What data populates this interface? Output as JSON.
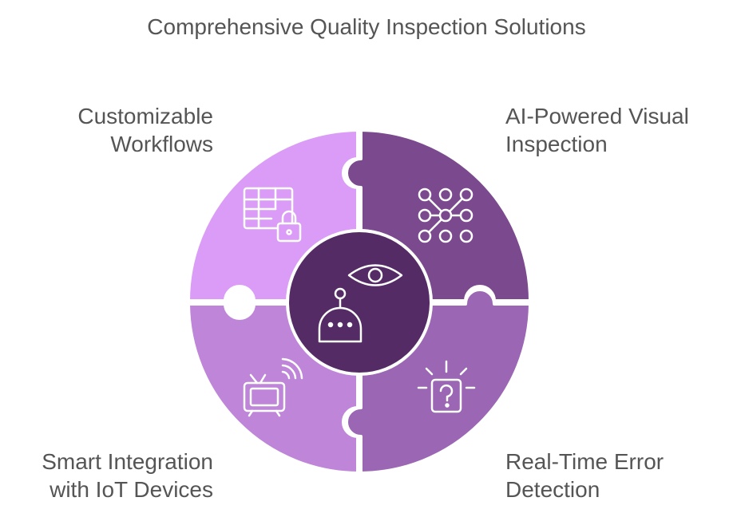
{
  "title": "Comprehensive Quality Inspection Solutions",
  "pieces": {
    "top_left": {
      "label_lines": [
        "Customizable",
        "Workflows"
      ],
      "icon": "table-lock-icon",
      "color": "#DA9CF6"
    },
    "top_right": {
      "label_lines": [
        "AI-Powered Visual",
        "Inspection"
      ],
      "icon": "node-pattern-icon",
      "color": "#7B4A8E"
    },
    "bottom_left": {
      "label_lines": [
        "Smart Integration",
        "with IoT Devices"
      ],
      "icon": "smart-tv-icon",
      "color": "#BE85D8"
    },
    "bottom_right": {
      "label_lines": [
        "Real-Time Error",
        "Detection"
      ],
      "icon": "alert-question-icon",
      "color": "#9B66B3"
    }
  },
  "center": {
    "icon": "robot-eye-icon",
    "color": "#542B65"
  }
}
